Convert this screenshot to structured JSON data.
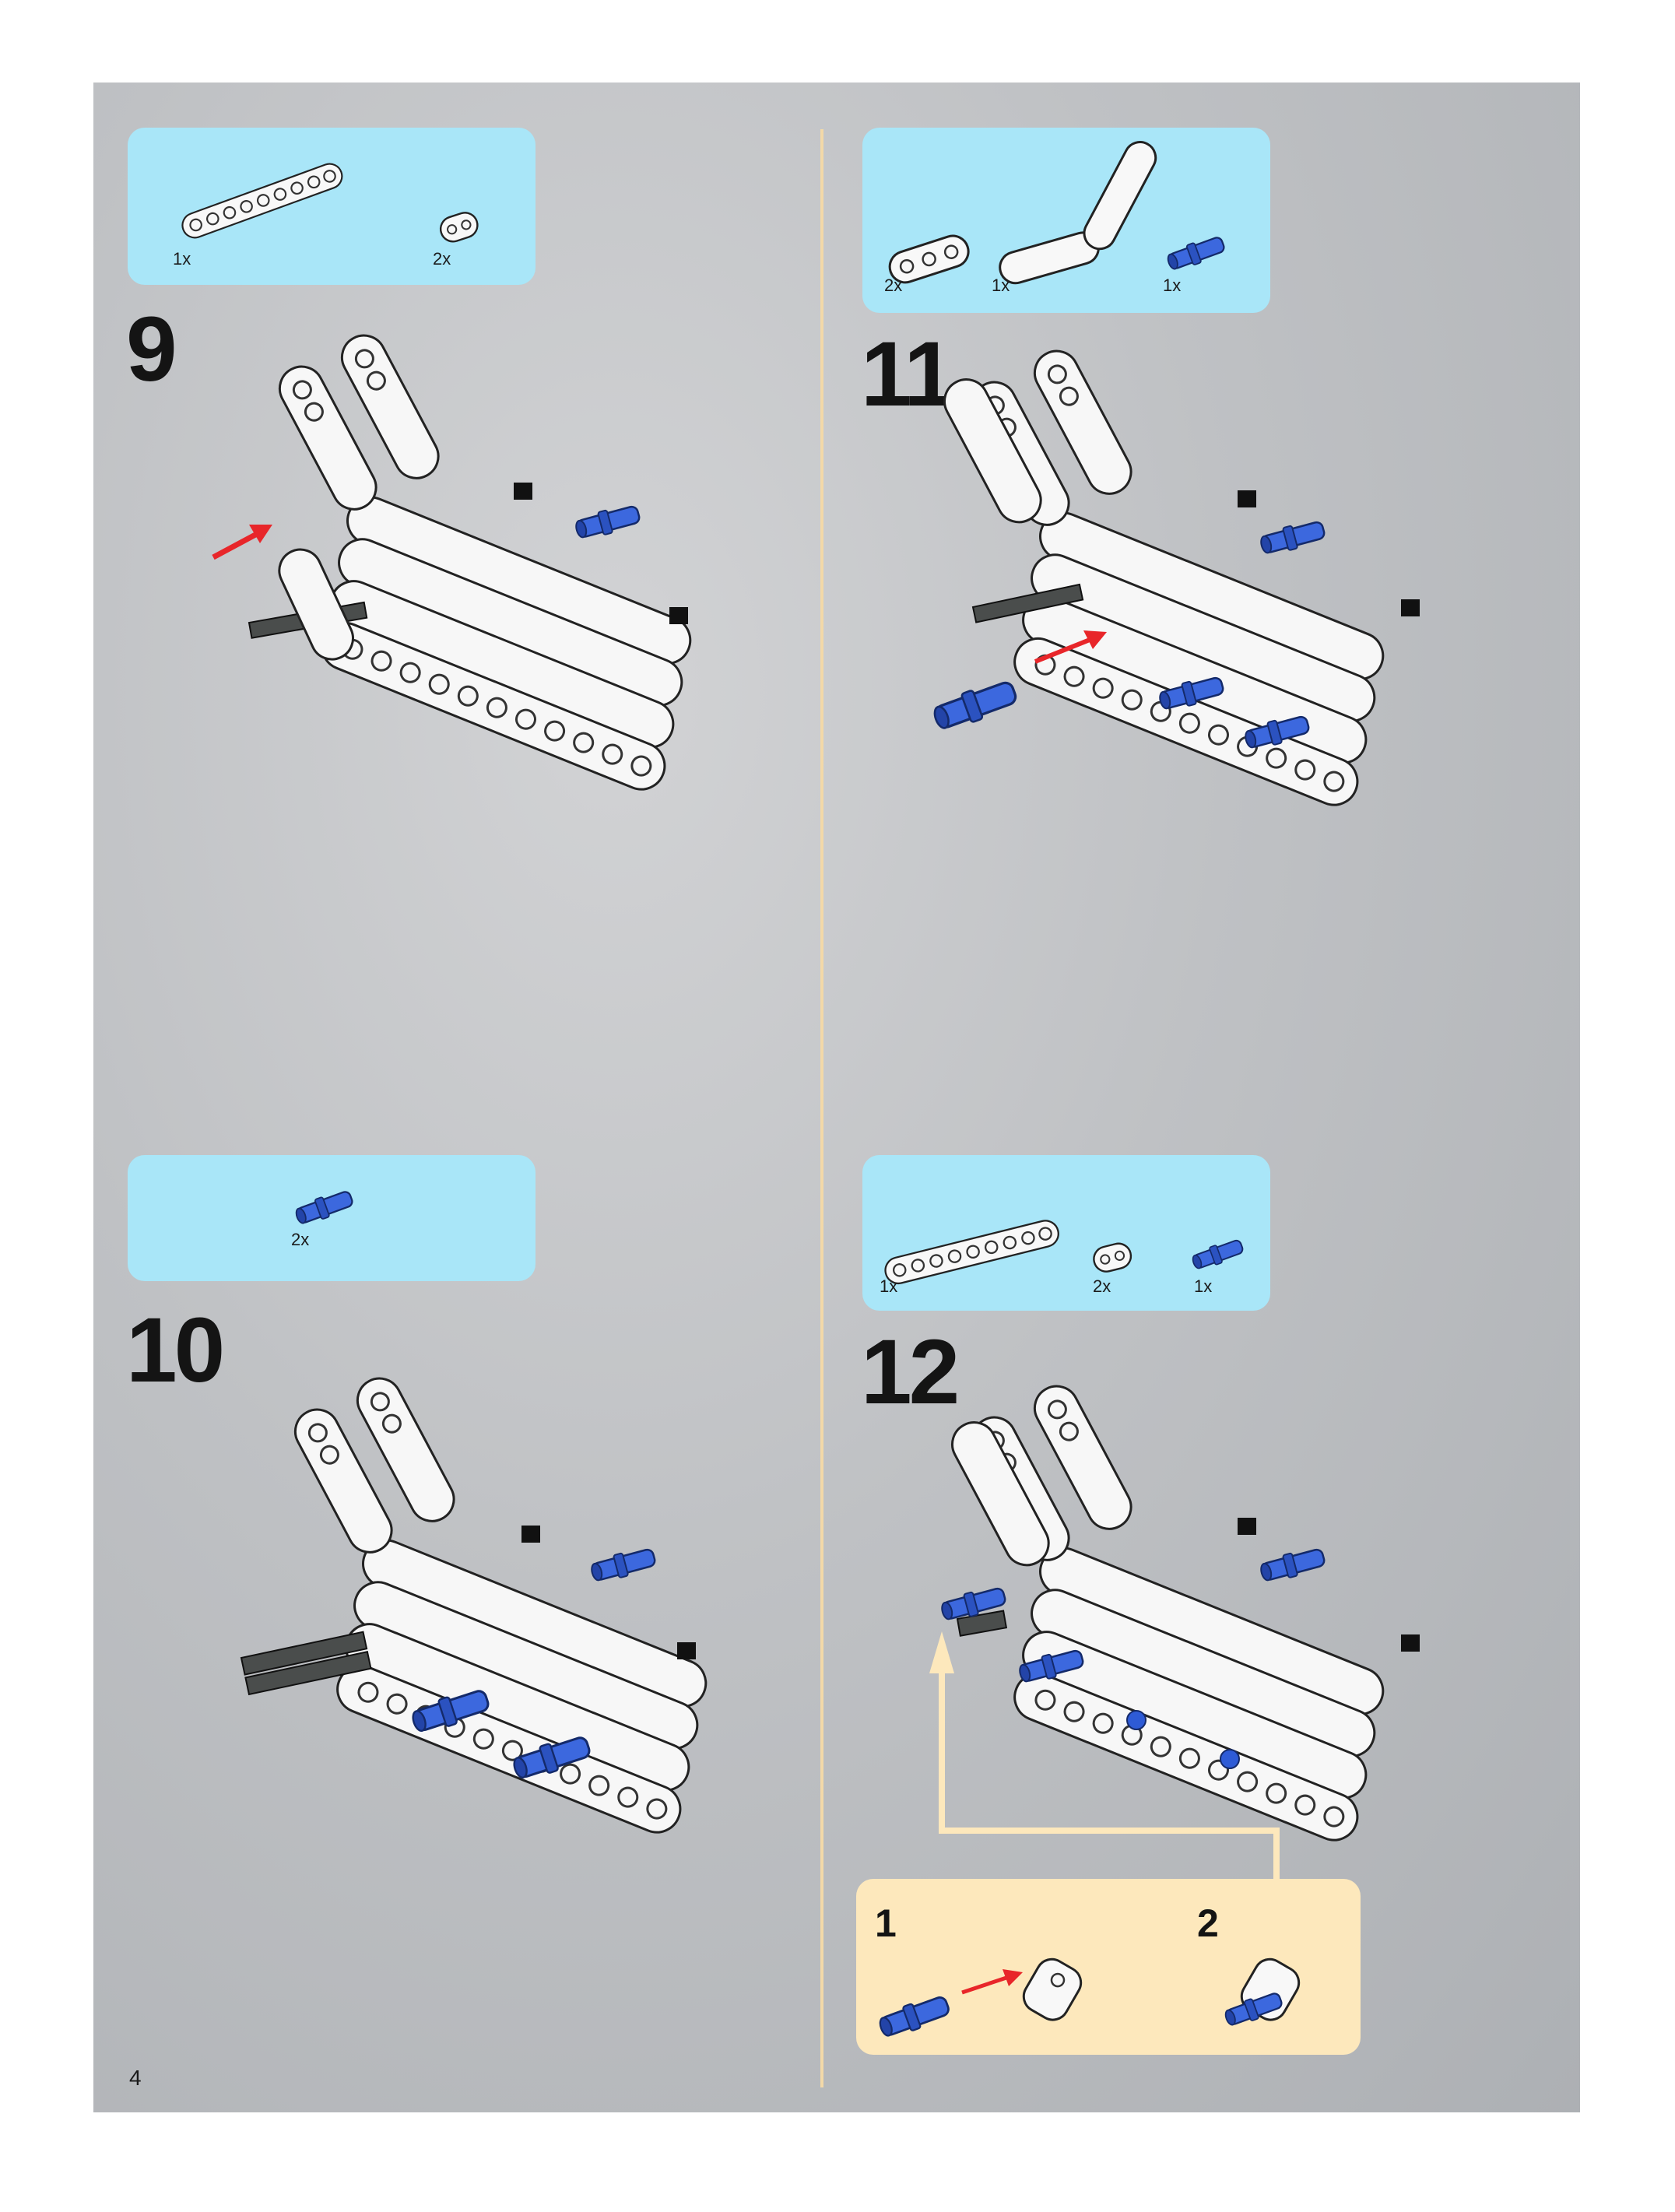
{
  "page_number": "4",
  "steps": [
    {
      "number": "9",
      "parts": [
        {
          "qty": "1x",
          "part": "white 9-hole beam"
        },
        {
          "qty": "2x",
          "part": "white 2-hole connector"
        }
      ]
    },
    {
      "number": "10",
      "parts": [
        {
          "qty": "2x",
          "part": "blue axle pin"
        }
      ]
    },
    {
      "number": "11",
      "parts": [
        {
          "qty": "2x",
          "part": "white 3-hole beam"
        },
        {
          "qty": "1x",
          "part": "white angled beam"
        },
        {
          "qty": "1x",
          "part": "blue axle pin"
        }
      ]
    },
    {
      "number": "12",
      "parts": [
        {
          "qty": "1x",
          "part": "white 9-hole beam"
        },
        {
          "qty": "2x",
          "part": "white 2-hole connector"
        },
        {
          "qty": "1x",
          "part": "blue axle pin"
        }
      ],
      "callout": {
        "substeps": [
          "1",
          "2"
        ]
      }
    }
  ],
  "colors": {
    "part_box": "#a9e6f8",
    "callout": "#fde8bc",
    "divider": "#f3d9a8",
    "arrow": "#e8262a",
    "pin_blue": "#2e5bd6"
  }
}
